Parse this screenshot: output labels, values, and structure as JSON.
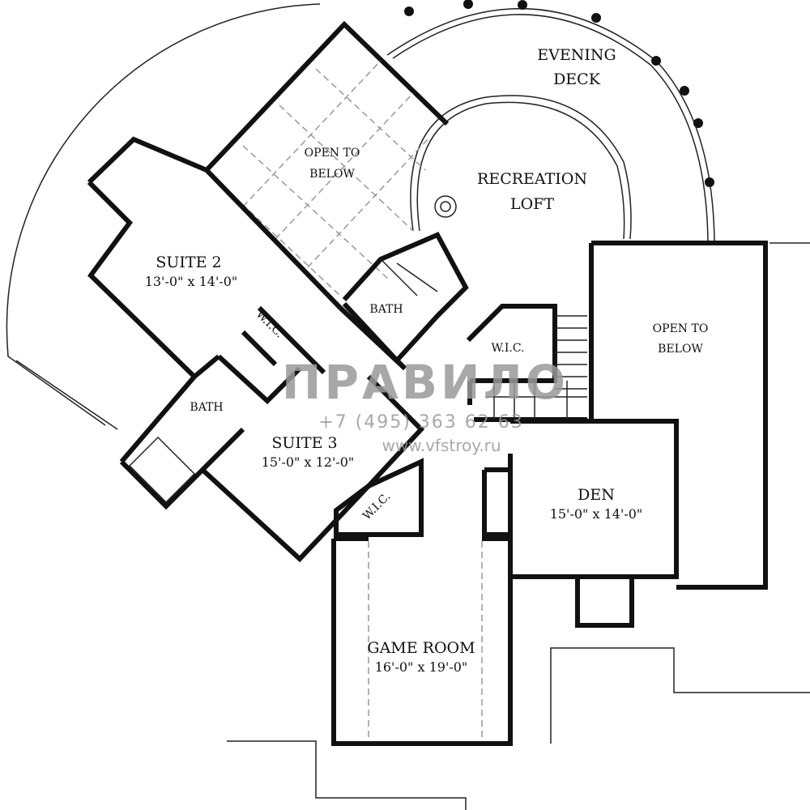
{
  "rooms": {
    "evening_deck": {
      "name_line1": "EVENING",
      "name_line2": "DECK"
    },
    "recreation_loft": {
      "name_line1": "RECREATION",
      "name_line2": "LOFT"
    },
    "open_to_below_left": {
      "name_line1": "OPEN TO",
      "name_line2": "BELOW"
    },
    "open_to_below_right": {
      "name_line1": "OPEN TO",
      "name_line2": "BELOW"
    },
    "suite_2": {
      "name": "SUITE 2",
      "size": "13'-0\" x 14'-0\""
    },
    "suite_3": {
      "name": "SUITE 3",
      "size": "15'-0\" x 12'-0\""
    },
    "bath_1": {
      "name": "BATH"
    },
    "bath_2": {
      "name": "BATH"
    },
    "wic_1": {
      "name": "W.I.C."
    },
    "wic_2": {
      "name": "W.I.C."
    },
    "wic_3": {
      "name": "W.I.C."
    },
    "den": {
      "name": "DEN",
      "size": "15'-0\" x 14'-0\""
    },
    "game_room": {
      "name": "GAME ROOM",
      "size": "16'-0\" x 19'-0\""
    }
  },
  "watermark": {
    "logo": "ПРАВИЛО",
    "phone": "+7 (495) 363 62 63",
    "url": "www.vfstroy.ru"
  }
}
